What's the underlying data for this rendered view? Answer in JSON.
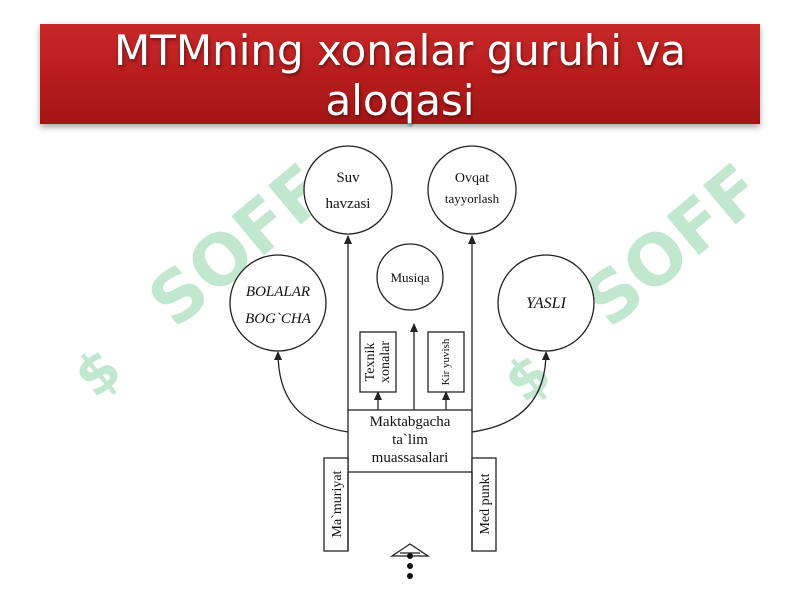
{
  "title": "MTMning xonalar guruhi va aloqasi",
  "diagram": {
    "center": [
      "Maktabgacha",
      "ta`lim",
      "muassasalari"
    ],
    "top_left_circle": [
      "Suv",
      "havzasi"
    ],
    "top_right_circle": [
      "Ovqat",
      "tayyorlash"
    ],
    "middle_circle": "Musiqa",
    "left_circle": [
      "BOLALAR",
      "BOG`CHA"
    ],
    "right_circle": "YASLI",
    "box_texnik": [
      "Texnik",
      "xonalar"
    ],
    "box_kir": "Kir yuvish",
    "box_left": "Ma`muriyat",
    "box_right": "Med punkt"
  },
  "watermark": "SOFF",
  "colors": {
    "banner": "#b71c1c",
    "watermark_green": "#8fd6a8",
    "line": "#222222"
  }
}
